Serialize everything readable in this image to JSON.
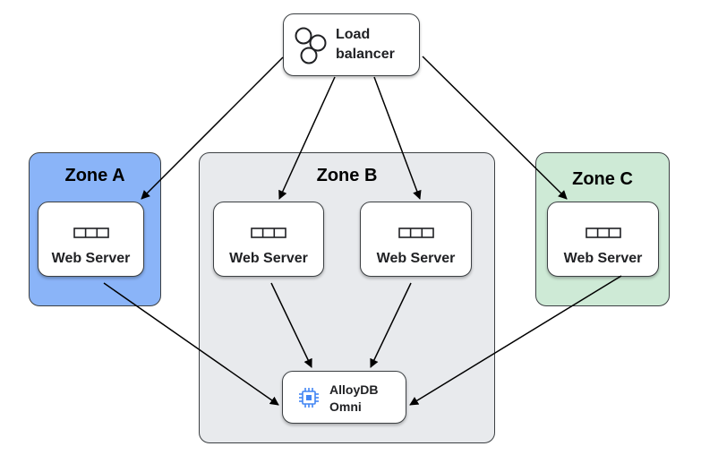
{
  "load_balancer": {
    "label_line1": "Load",
    "label_line2": "balancer",
    "icon": "three-circles-icon"
  },
  "zones": [
    {
      "title": "Zone A",
      "color": "#8ab4f8"
    },
    {
      "title": "Zone B",
      "color": "#e8eaed"
    },
    {
      "title": "Zone C",
      "color": "#ceead6"
    }
  ],
  "web_servers": [
    {
      "label": "Web Server",
      "icon": "server-icon"
    },
    {
      "label": "Web Server",
      "icon": "server-icon"
    },
    {
      "label": "Web Server",
      "icon": "server-icon"
    },
    {
      "label": "Web Server",
      "icon": "server-icon"
    }
  ],
  "database": {
    "label_line1": "AlloyDB",
    "label_line2": "Omni",
    "icon": "chip-icon",
    "icon_color": "#4285f4"
  }
}
